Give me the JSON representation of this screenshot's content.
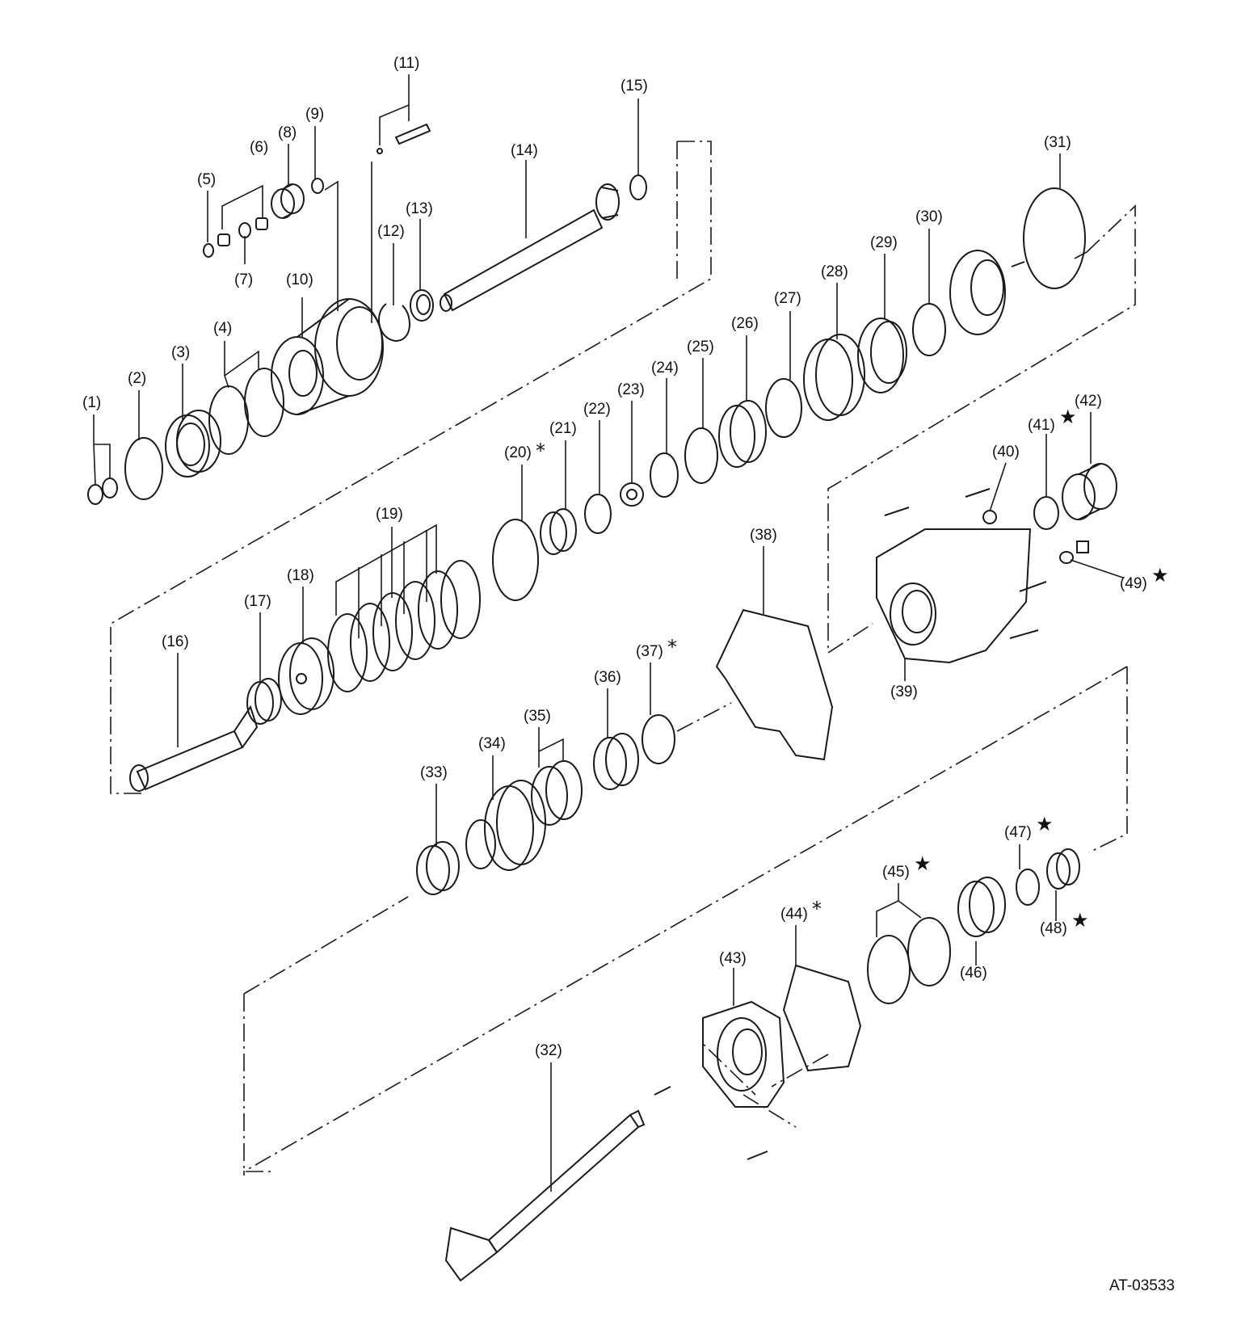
{
  "figure_id": "AT-03533",
  "callouts": [
    "(1)",
    "(2)",
    "(3)",
    "(4)",
    "(5)",
    "(6)",
    "(7)",
    "(8)",
    "(9)",
    "(10)",
    "(11)",
    "(12)",
    "(13)",
    "(14)",
    "(15)",
    "(16)",
    "(17)",
    "(18)",
    "(19)",
    "(20)",
    "(21)",
    "(22)",
    "(23)",
    "(24)",
    "(25)",
    "(26)",
    "(27)",
    "(28)",
    "(29)",
    "(30)",
    "(31)",
    "(32)",
    "(33)",
    "(34)",
    "(35)",
    "(36)",
    "(37)",
    "(38)",
    "(39)",
    "(40)",
    "(41)",
    "(42)",
    "(43)",
    "(44)",
    "(45)",
    "(46)",
    "(47)",
    "(48)",
    "(49)"
  ],
  "marks": {
    "star": "★",
    "asterisk": "*"
  },
  "colors": {
    "line": "#1a1a1a",
    "background": "#ffffff"
  }
}
